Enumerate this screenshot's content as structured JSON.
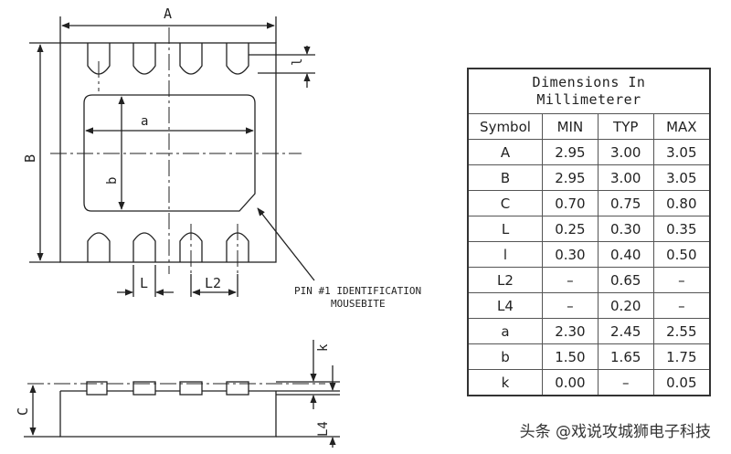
{
  "drawing": {
    "labels": {
      "A": "A",
      "B": "B",
      "a": "a",
      "b": "b",
      "l": "l",
      "L": "L",
      "L2": "L2",
      "C": "C",
      "k": "k",
      "L4": "L4",
      "pin_note_line1": "PIN #1 IDENTIFICATION",
      "pin_note_line2": "MOUSEBITE"
    }
  },
  "table": {
    "title": "Dimensions  In\nMillimeterer",
    "headers": [
      "Symbol",
      "MIN",
      "TYP",
      "MAX"
    ],
    "rows": [
      [
        "A",
        "2.95",
        "3.00",
        "3.05"
      ],
      [
        "B",
        "2.95",
        "3.00",
        "3.05"
      ],
      [
        "C",
        "0.70",
        "0.75",
        "0.80"
      ],
      [
        "L",
        "0.25",
        "0.30",
        "0.35"
      ],
      [
        "l",
        "0.30",
        "0.40",
        "0.50"
      ],
      [
        "L2",
        "–",
        "0.65",
        "–"
      ],
      [
        "L4",
        "–",
        "0.20",
        "–"
      ],
      [
        "a",
        "2.30",
        "2.45",
        "2.55"
      ],
      [
        "b",
        "1.50",
        "1.65",
        "1.75"
      ],
      [
        "k",
        "0.00",
        "–",
        "0.05"
      ]
    ]
  },
  "watermark": "头条 @戏说攻城狮电子科技"
}
